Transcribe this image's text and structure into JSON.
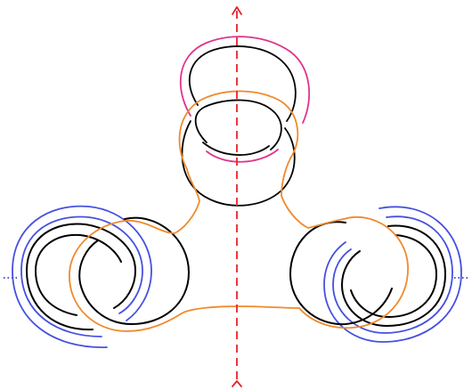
{
  "colors": {
    "background": "#ffffff",
    "knot": "#000000",
    "axis": "#e8232a",
    "pink_loop": "#e0348c",
    "orange_band": "#f08a2c",
    "blue_band": "#4650e0"
  },
  "axis": {
    "style": "dashed",
    "arrowheads": "both-ends-pointing-up",
    "orientation": "vertical"
  },
  "components": [
    "top-black-ring",
    "top-inner-black-arc",
    "top-pink-loop",
    "top-orange-loop",
    "left-black-ring",
    "left-inner-black-arc",
    "left-outer-black-lobe",
    "left-blue-band-outer",
    "left-blue-band-inner",
    "left-orange-arc",
    "left-dotted-continuation",
    "right-black-ring",
    "right-inner-black-arc",
    "right-outer-black-lobe",
    "right-blue-band-outer",
    "right-blue-band-inner",
    "right-orange-arc",
    "right-dotted-continuation",
    "bottom-orange-connector",
    "top-left-orange-connector",
    "top-right-orange-connector"
  ]
}
